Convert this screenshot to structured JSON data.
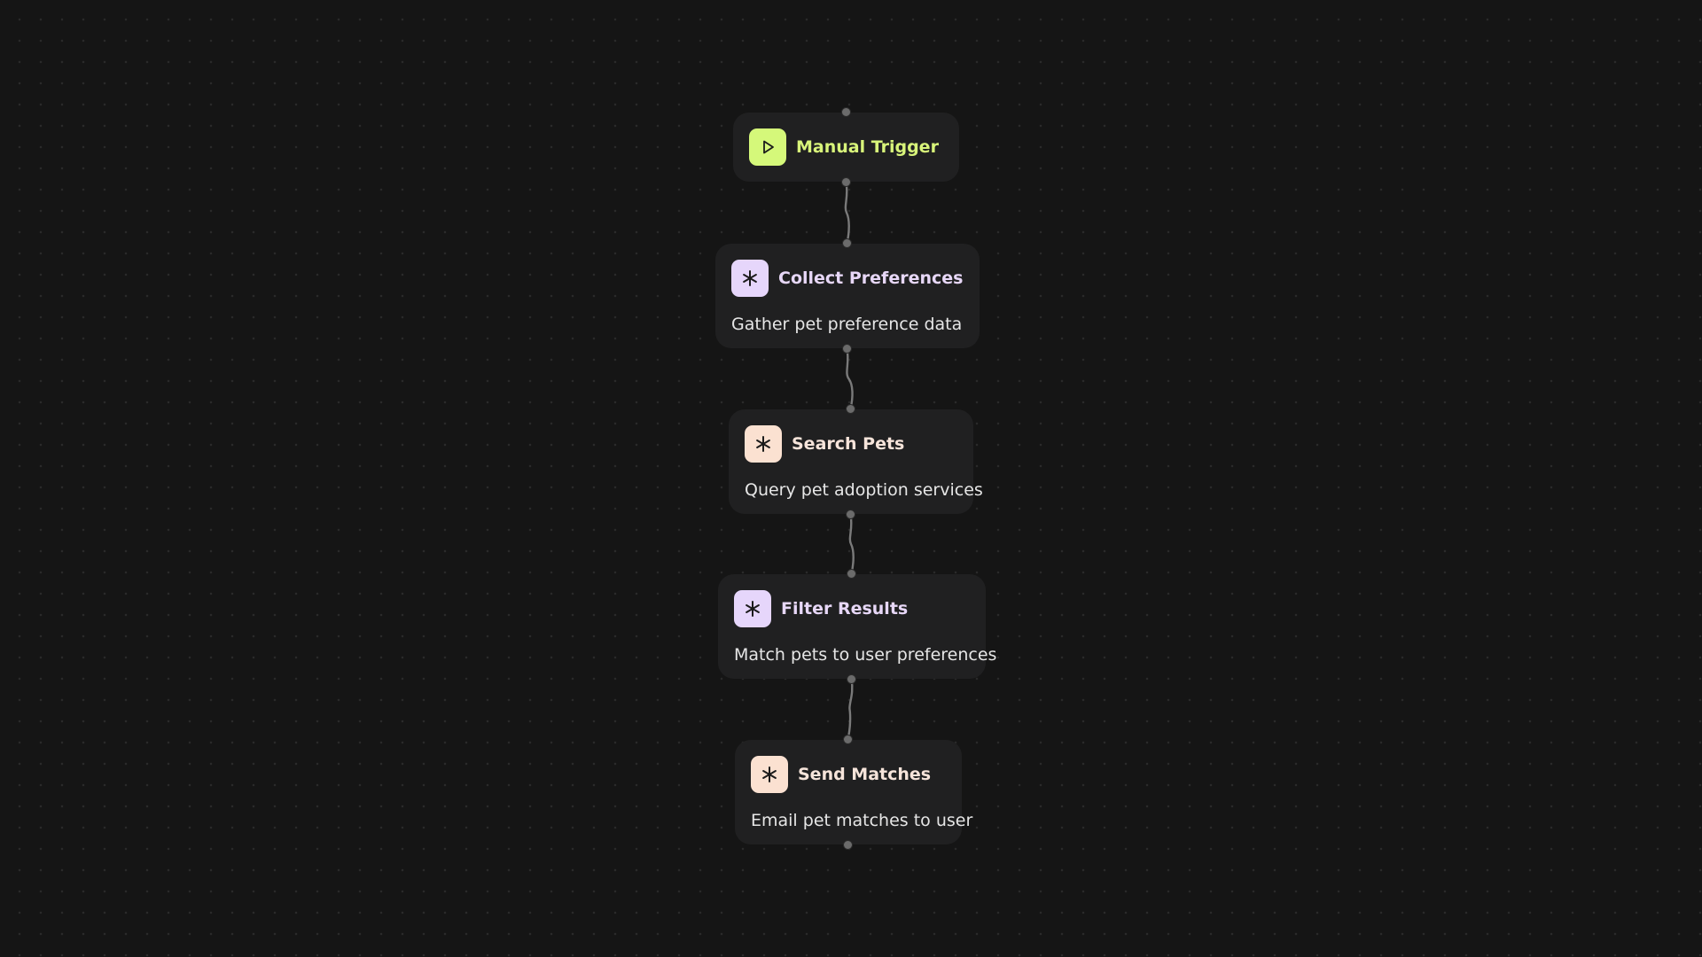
{
  "colors": {
    "background": "#151515",
    "node_bg": "#202021",
    "edge": "#7a7a7a",
    "trigger_icon_bg": "#d5f87a",
    "trigger_title": "#d8f47a",
    "agent_icon_bg_purple": "#e6d6fb",
    "agent_icon_bg_peach": "#fbe1d1",
    "agent_title_purple": "#e7d7f7",
    "agent_title_peach": "#f6e4da"
  },
  "workflow": {
    "nodes": [
      {
        "id": "manual-trigger",
        "title": "Manual Trigger",
        "description": "",
        "icon": "play-icon",
        "icon_bg": "#d5f87a",
        "title_color": "#d8f47a"
      },
      {
        "id": "collect-preferences",
        "title": "Collect Preferences",
        "description": "Gather pet preference data",
        "icon": "asterisk-icon",
        "icon_bg": "#e6d6fb",
        "title_color": "#e7d7f7"
      },
      {
        "id": "search-pets",
        "title": "Search Pets",
        "description": "Query pet adoption services",
        "icon": "asterisk-icon",
        "icon_bg": "#fbe1d1",
        "title_color": "#f6e4da"
      },
      {
        "id": "filter-results",
        "title": "Filter Results",
        "description": "Match pets to user preferences",
        "icon": "asterisk-icon",
        "icon_bg": "#e6d6fb",
        "title_color": "#e7d7f7"
      },
      {
        "id": "send-matches",
        "title": "Send Matches",
        "description": "Email pet matches to user",
        "icon": "asterisk-icon",
        "icon_bg": "#fbe1d1",
        "title_color": "#f6e4da"
      }
    ]
  }
}
